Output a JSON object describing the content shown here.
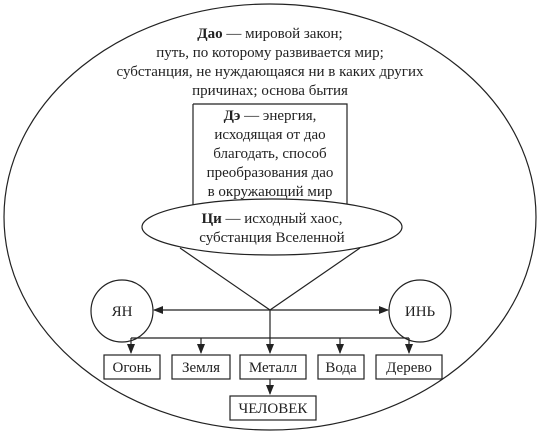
{
  "dao": {
    "term": "Дао",
    "line1_rest": " — мировой закон;",
    "line2": "путь, по которому развивается мир;",
    "line3": "субстанция, не нуждающаяся ни в каких других",
    "line4": "причинах; основа бытия"
  },
  "de": {
    "term": "Дэ",
    "line1_rest": " — энергия,",
    "line2": "исходящая от дао",
    "line3": "благодать, способ",
    "line4": "преобразования дао",
    "line5": "в окружающий мир"
  },
  "qi": {
    "term": "Ци",
    "line1_rest": " — исходный хаос,",
    "line2": "субстанция Вселенной"
  },
  "yang": "ЯН",
  "yin": "ИНЬ",
  "elements": [
    "Огонь",
    "Земля",
    "Металл",
    "Вода",
    "Дерево"
  ],
  "human": "ЧЕЛОВЕК",
  "colors": {
    "stroke": "#222222",
    "background": "#ffffff"
  }
}
